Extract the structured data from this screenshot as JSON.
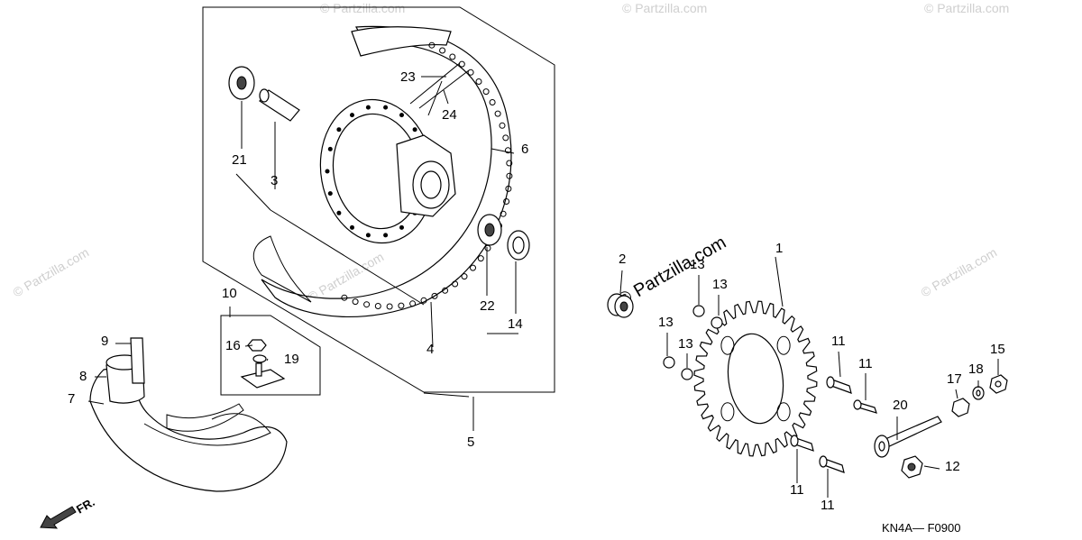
{
  "diagram_code": "KN4A— F0900",
  "front_indicator": "FR.",
  "watermarks": {
    "main": "© Partzilla.com",
    "faint": "© Partzilla.com"
  },
  "callouts": [
    {
      "id": "1",
      "label": "1"
    },
    {
      "id": "2",
      "label": "2"
    },
    {
      "id": "3",
      "label": "3"
    },
    {
      "id": "4",
      "label": "4"
    },
    {
      "id": "5",
      "label": "5"
    },
    {
      "id": "6",
      "label": "6"
    },
    {
      "id": "7",
      "label": "7"
    },
    {
      "id": "8",
      "label": "8"
    },
    {
      "id": "9",
      "label": "9"
    },
    {
      "id": "10",
      "label": "10"
    },
    {
      "id": "11a",
      "label": "11"
    },
    {
      "id": "11b",
      "label": "11"
    },
    {
      "id": "11c",
      "label": "11"
    },
    {
      "id": "11d",
      "label": "11"
    },
    {
      "id": "12",
      "label": "12"
    },
    {
      "id": "13a",
      "label": "13"
    },
    {
      "id": "13b",
      "label": "13"
    },
    {
      "id": "13c",
      "label": "13"
    },
    {
      "id": "13d",
      "label": "13"
    },
    {
      "id": "14",
      "label": "14"
    },
    {
      "id": "15",
      "label": "15"
    },
    {
      "id": "16",
      "label": "16"
    },
    {
      "id": "17",
      "label": "17"
    },
    {
      "id": "18",
      "label": "18"
    },
    {
      "id": "19",
      "label": "19"
    },
    {
      "id": "20",
      "label": "20"
    },
    {
      "id": "21",
      "label": "21"
    },
    {
      "id": "22",
      "label": "22"
    },
    {
      "id": "23",
      "label": "23"
    },
    {
      "id": "24",
      "label": "24"
    }
  ]
}
